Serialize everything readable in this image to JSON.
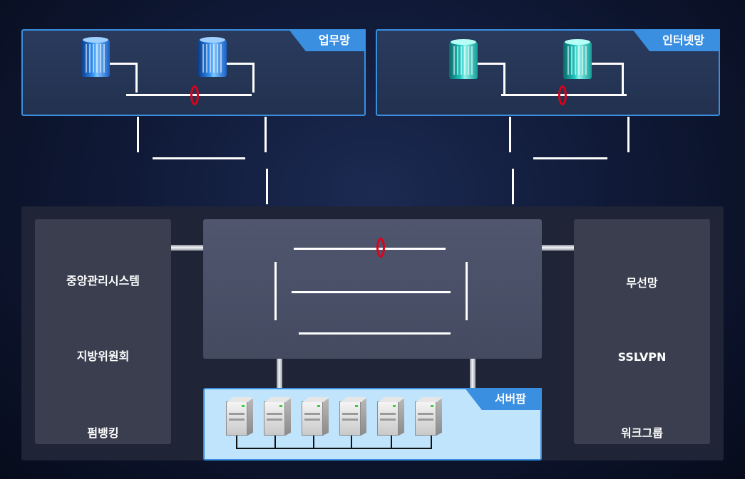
{
  "zones": {
    "business_network": "업무망",
    "internet_network": "인터넷망",
    "server_farm": "서버팜"
  },
  "left_panel": {
    "items": [
      "중앙관리시스템",
      "지방위원회",
      "펌뱅킹"
    ]
  },
  "right_panel": {
    "items": [
      "무선망",
      "SSLVPN",
      "워크그룹"
    ]
  },
  "icons": {
    "business_servers": "blue-server-tower-icon",
    "internet_servers": "teal-server-tower-icon",
    "farm_servers": "gray-server-icon",
    "redundancy_marker": "red-ring-icon"
  },
  "colors": {
    "zone_border": "#3a8fe0",
    "marker": "#e00018",
    "panel": "#3a3e4e",
    "core_panel": "#4a5068",
    "server_farm_bg": "#bfe4fb"
  }
}
